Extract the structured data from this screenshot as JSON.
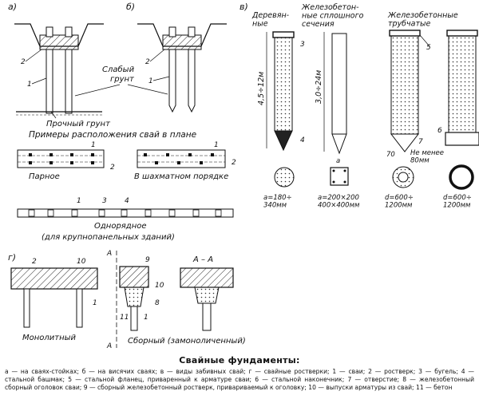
{
  "panels": {
    "a": "а)",
    "b": "б)",
    "v": "в)",
    "g": "г)"
  },
  "top_labels": {
    "weak_soil_line1": "Слабый",
    "weak_soil_line2": "грунт",
    "strong_soil": "Прочный грунт",
    "plan_title": "Примеры расположения свай в плане"
  },
  "plan_labels": {
    "paired": "Парное",
    "staggered": "В шахматном порядке",
    "single_row": "Однорядное",
    "large_panel": "(для крупнопанельных зданий)"
  },
  "pile_types": {
    "wooden": "Деревян-\nные",
    "rc_solid": "Железобетон-\nные сплошного\nсечения",
    "rc_tubular": "Железобетонные\nтрубчатые",
    "len_wood": "4,5÷12м",
    "len_rc": "3,0÷24м",
    "dim_a": "а",
    "min_80": "Не менее\n80мм",
    "dim_70": "70",
    "sec_wood": "а=180÷\n340мм",
    "sec_rc": "а=200×200\n400×400мм",
    "sec_tube1": "d=600÷\n1200мм",
    "sec_tube2": "d=600÷\n1200мм"
  },
  "grillage_labels": {
    "monolithic": "Монолитный",
    "precast": "Сборный (замоноличенный)",
    "section_mark": "А",
    "section": "А – А"
  },
  "numbers": {
    "n1": "1",
    "n2": "2",
    "n3": "3",
    "n4": "4",
    "n5": "5",
    "n6": "6",
    "n7": "7",
    "n8": "8",
    "n9": "9",
    "n10": "10",
    "n11": "11"
  },
  "caption": {
    "title": "Свайные фундаменты:",
    "body": "а — на сваях-стойках; б — на висячих сваях; в — виды забивных свай; г — свайные ростверки; 1 — сваи; 2 — ростверк; 3 — бугель; 4 — стальной башмак; 5 — стальной фланец, приваренный к арматуре сваи; 6 — стальной наконечник; 7 — отверстие; 8 — железобетонный сборный оголовок сваи; 9 — сборный железобетонный ростверк, привариваемый к оголовку; 10 — выпуски арматуры из свай; 11 — бетон"
  }
}
